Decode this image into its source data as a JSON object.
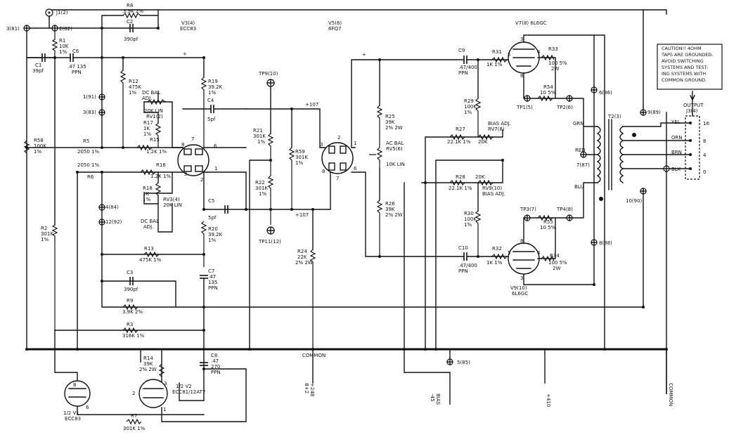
{
  "components": {
    "j1": "J1(2)",
    "t3": "3(81)",
    "t2": "2(82)",
    "r1": [
      "R1",
      "10K",
      "1%"
    ],
    "c1": [
      "C1",
      "39pf"
    ],
    "c6": [
      "C6",
      ".47 135",
      "PPN"
    ],
    "r8": [
      "R8",
      "3.9K 2%"
    ],
    "c2": [
      "C2",
      "390pf"
    ],
    "v3": [
      "V3(4)",
      "ECC83"
    ],
    "v5": [
      "V5(6)",
      "6FQ7"
    ],
    "v7": [
      "V7(8) 6L6GC"
    ],
    "r12": [
      "R12",
      "475K",
      "1%"
    ],
    "r19": [
      "R19",
      "39.2K",
      "1%"
    ],
    "dcbal1": [
      "DC BAL",
      "ADJ."
    ],
    "rv1": [
      "20K LIN",
      "RV1(2)"
    ],
    "r17": [
      "R17",
      "1K",
      "1%"
    ],
    "c4": [
      "C4",
      "5pf"
    ],
    "tp9": "TP9(10)",
    "v107a": "+107",
    "t1": "1(91)",
    "t3b": "3(83)",
    "r58": [
      "R58",
      "100K",
      "1%"
    ],
    "r5": [
      "R5",
      "2050 1%"
    ],
    "r15": [
      "R15",
      "1.2K 1%"
    ],
    "r21": [
      "R21",
      "301K",
      "1%"
    ],
    "r59": [
      "R59",
      "301K",
      "1%"
    ],
    "r25": [
      "R25",
      "39K",
      "2% 2W"
    ],
    "acbal": [
      "AC BAL",
      "RV5(6)",
      "10K LIN"
    ],
    "c9": [
      "C9",
      ".47/400",
      "PPN"
    ],
    "r31": [
      "R31",
      "1K 1%"
    ],
    "r33": [
      "R33",
      "100 5%",
      "2W"
    ],
    "r29": [
      "R29",
      "100K",
      "1%"
    ],
    "r54": [
      "R54",
      "10 5%"
    ],
    "tp1": "TP1(5)",
    "tp2": "TP2(6)",
    "t6": "6(86)",
    "t9": "9(89)",
    "caution": [
      "CAUTION!! 4OHM",
      "TAPS ARE GROUNDED.",
      "AVOID SWITCHING",
      "SYSTEMS AND TEST-",
      "ING SYSTEMS WITH",
      "COMMON GROUND."
    ],
    "output": [
      "OUTPUT",
      "J3(4)"
    ],
    "taps": [
      "YEL",
      "ORN",
      "BRN",
      "BLK"
    ],
    "tapnums": [
      "16",
      "8",
      "4",
      "0"
    ],
    "r27": [
      "R27",
      "22.1K 1%"
    ],
    "biasadj1": [
      "BIAS ADJ.",
      "RV7(8)",
      "20K"
    ],
    "t2x": "T2(3)",
    "grn": "GRN",
    "red": "RED",
    "t7": "7(87)",
    "blu": "BLU",
    "t10": "10(90)",
    "r6": [
      "2050 1%",
      "R6"
    ],
    "r16": [
      "R16",
      "1.2K 1%"
    ],
    "r18": [
      "R18",
      "1K",
      "1%"
    ],
    "rv3": [
      "RV3(4)",
      "20K LIN"
    ],
    "dcbal2": [
      "DC BAL",
      "ADJ."
    ],
    "t4": "4(84)",
    "t12": "12(92)",
    "r22": [
      "R22",
      "301K",
      "1%"
    ],
    "r26": [
      "R26",
      "39K",
      "2% 2W"
    ],
    "r28": [
      "R28",
      "22.1K 1%"
    ],
    "biasadj2": [
      "20K",
      "RV9(10)",
      "BIAS ADJ."
    ],
    "c5": [
      "C5",
      "5pf"
    ],
    "v107b": "+107",
    "r20": [
      "R20",
      "39.2K",
      "1%"
    ],
    "r2": [
      "R2",
      "301K",
      "1%"
    ],
    "tp11": "TP11(12)",
    "r30": [
      "R30",
      "100K",
      "1%"
    ],
    "tp3": "TP3(7)",
    "tp4": "TP4(8)",
    "r55": [
      "R55",
      "10 5%"
    ],
    "t8": "8(88)",
    "r13": [
      "R13",
      "475K 1%"
    ],
    "r24": [
      "R24",
      "22K",
      "2% 2W"
    ],
    "c10": [
      "C10",
      ".47/400",
      "PPN"
    ],
    "r32": [
      "R32",
      "1K 1%"
    ],
    "r34": [
      "R34",
      "100 5%",
      "2W"
    ],
    "v9": [
      "V9(10)",
      "6L6GC"
    ],
    "c3": [
      "C3",
      "390pf"
    ],
    "c7": [
      "C7",
      ".47",
      "135",
      "PPN"
    ],
    "r9": [
      "R9",
      "3.9K 2%"
    ],
    "r3": [
      "R3",
      "316K 1%"
    ],
    "common": "COMMON",
    "t5": "5(85)",
    "r14": [
      "R14",
      "39K",
      "2% 2W"
    ],
    "c8": [
      "C8",
      ".47",
      "270",
      "PPN"
    ],
    "v1": [
      "1/2 V1",
      "ECC83"
    ],
    "v2": [
      "1/2 V2",
      "ECC81/12AT7"
    ],
    "r7": [
      "R7",
      "301K 1%"
    ],
    "b248": [
      "+248",
      "B+2"
    ],
    "bias45": [
      "BIAS",
      "-45"
    ],
    "v410": "+410",
    "common_v": "COMMON",
    "pins": {
      "v3_8": "8",
      "v3_6": "6",
      "v3_7": "7",
      "v3_1": "1",
      "v3_2": "2",
      "v3_3": "3",
      "v5_3": "3",
      "v5_2": "2",
      "v5_1": "1",
      "v5_6": "6",
      "v5_8": "8",
      "v5_7": "7",
      "v7_3": "3",
      "v7_4": "4",
      "v7_5": "5",
      "v7_8": "8",
      "v9_8": "8",
      "v9_5": "5",
      "v9_4": "4",
      "v9_3": "3",
      "v1_8": "8",
      "v1_6": "6",
      "v2_3": "3",
      "v2_2": "2",
      "v2_1": "1",
      "plus1": "+",
      "plus2": "+"
    }
  }
}
